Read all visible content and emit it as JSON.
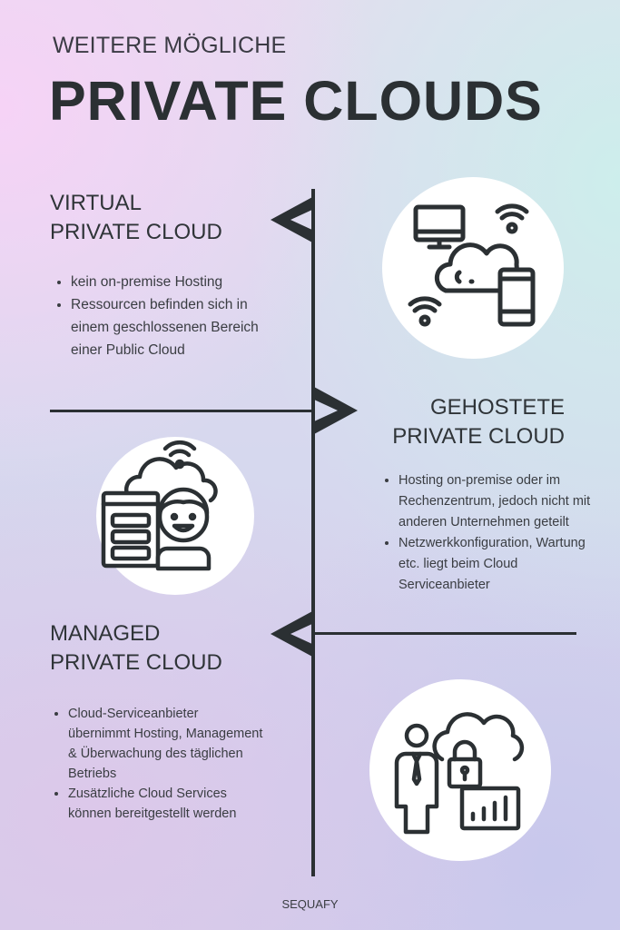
{
  "header": {
    "subtitle": "WEITERE MÖGLICHE",
    "title": "PRIVATE CLOUDS"
  },
  "sections": [
    {
      "heading_line1": "VIRTUAL",
      "heading_line2": "PRIVATE CLOUD",
      "icon": "devices-cloud-wifi-icon",
      "bullets": [
        "kein on-premise Hosting",
        "Ressourcen befinden sich in einem geschlossenen Bereich einer Public Cloud"
      ]
    },
    {
      "heading_line1": "GEHOSTETE",
      "heading_line2": "PRIVATE CLOUD",
      "icon": "person-cloud-server-icon",
      "bullets": [
        "Hosting on-premise oder im Rechenzentrum, jedoch nicht mit anderen Unternehmen geteilt",
        "Netzwerkkonfiguration, Wartung etc. liegt beim Cloud Serviceanbieter"
      ]
    },
    {
      "heading_line1": "MANAGED",
      "heading_line2": "PRIVATE CLOUD",
      "icon": "manager-cloud-lock-chart-icon",
      "bullets": [
        "Cloud-Serviceanbieter übernimmt Hosting, Management & Überwachung des täglichen Betriebs",
        "Zusätzliche Cloud Services können bereitgestellt werden"
      ]
    }
  ],
  "footer": {
    "brand": "SEQUAFY"
  },
  "colors": {
    "ink": "#2b3033",
    "circle": "#ffffff"
  }
}
